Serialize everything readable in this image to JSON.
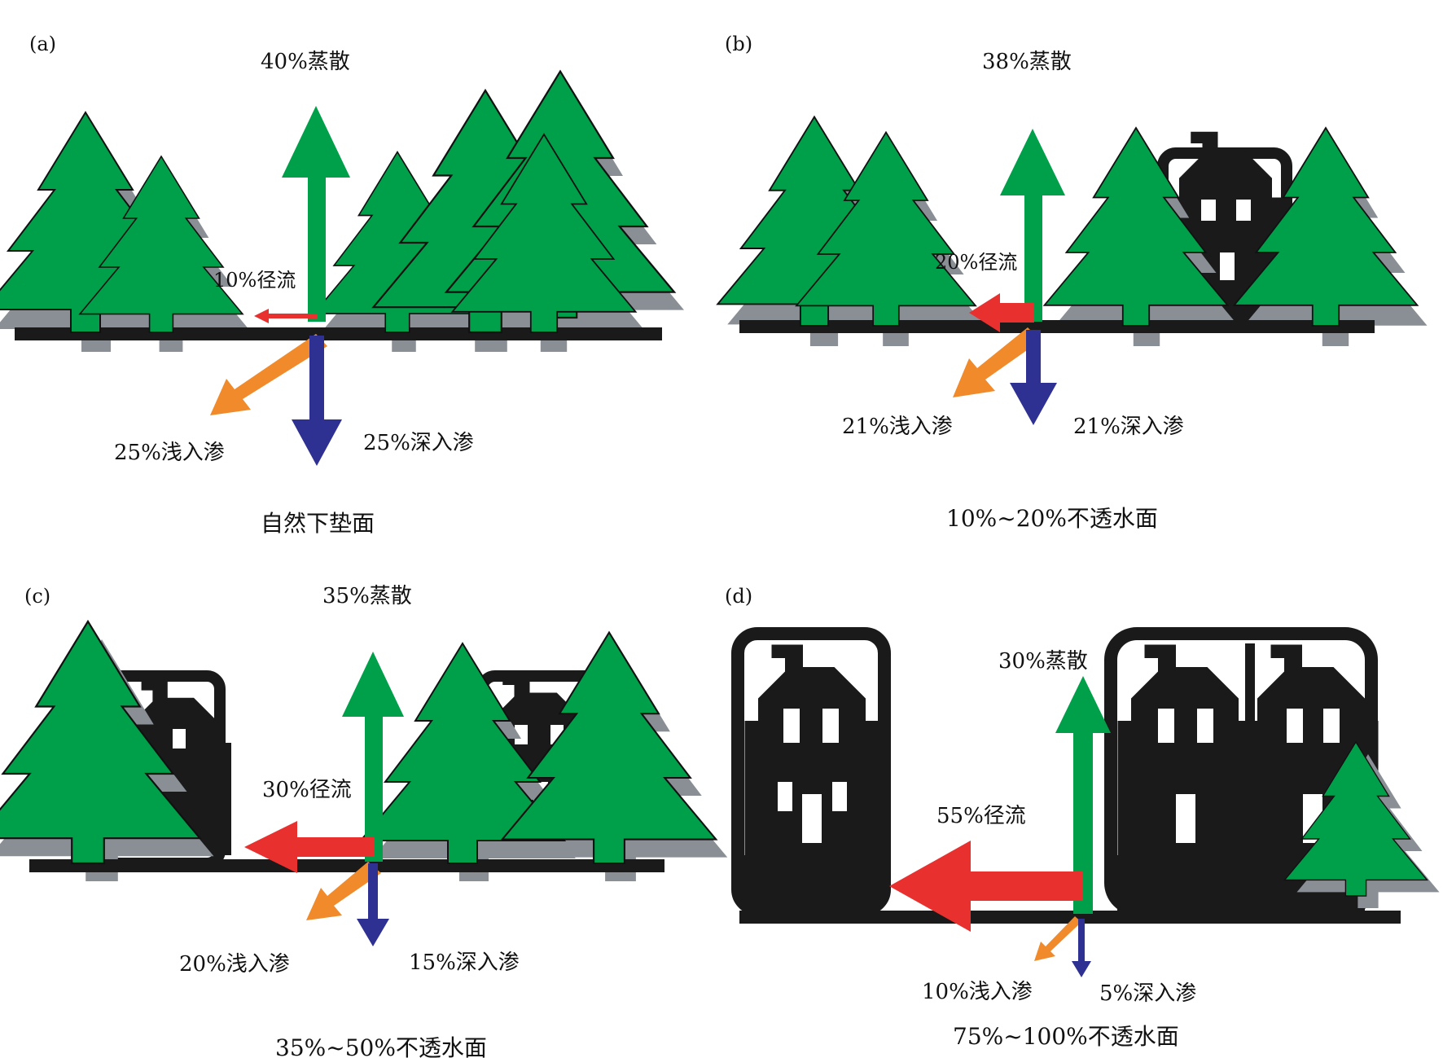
{
  "colors": {
    "tree": "#00a04a",
    "tree_shadow": "#8a8f96",
    "ground": "#1a1a1a",
    "evaporation": "#00a04a",
    "runoff": "#e8302e",
    "shallow_infiltration": "#f08a2a",
    "deep_infiltration": "#2e3192",
    "house": "#1a1a1a"
  },
  "panels": [
    {
      "tag": "(a)",
      "evaporation": "40%蒸散",
      "runoff": "10%径流",
      "shallow": "25%浅入渗",
      "deep": "25%深入渗",
      "caption": "自然下垫面",
      "values": {
        "evaporation": 40,
        "runoff": 10,
        "shallow": 25,
        "deep": 25
      }
    },
    {
      "tag": "(b)",
      "evaporation": "38%蒸散",
      "runoff": "20%径流",
      "shallow": "21%浅入渗",
      "deep": "21%深入渗",
      "caption": "10%~20%不透水面",
      "values": {
        "evaporation": 38,
        "runoff": 20,
        "shallow": 21,
        "deep": 21
      }
    },
    {
      "tag": "(c)",
      "evaporation": "35%蒸散",
      "runoff": "30%径流",
      "shallow": "20%浅入渗",
      "deep": "15%深入渗",
      "caption": "35%~50%不透水面",
      "values": {
        "evaporation": 35,
        "runoff": 30,
        "shallow": 20,
        "deep": 15
      }
    },
    {
      "tag": "(d)",
      "evaporation": "30%蒸散",
      "runoff": "55%径流",
      "shallow": "10%浅入渗",
      "deep": "5%深入渗",
      "caption": "75%~100%不透水面",
      "values": {
        "evaporation": 30,
        "runoff": 55,
        "shallow": 10,
        "deep": 5
      }
    }
  ]
}
